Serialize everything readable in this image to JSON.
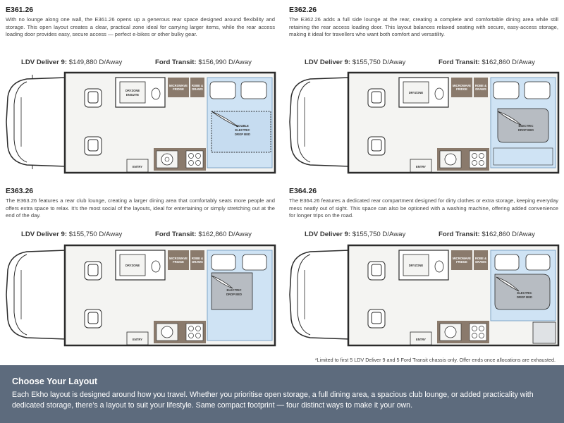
{
  "layouts": [
    {
      "code": "E361.26",
      "description": "With no lounge along one wall, the E361.26 opens up a generous rear space designed around flexibility and storage. This open layout creates a clear, practical zone ideal for carrying larger items, while the rear access loading door provides easy, secure access — perfect e-bikes or other bulky gear.",
      "ldv_label": "LDV Deliver 9:",
      "ldv_price": "$149,880 D/Away",
      "ford_label": "Ford Transit:",
      "ford_price": "$156,990 D/Away",
      "plan_labels": {
        "dryzone": "DRYZONE",
        "ensuite": "ENSUITE",
        "microwave_1": "MICROWAVE",
        "microwave_2": "FRIDGE",
        "robe_1": "ROBE &",
        "robe_2": "DRAWS",
        "bed_1": "DOUBLE",
        "bed_2": "ELECTRIC",
        "bed_3": "DROP BED",
        "entry": "ENTRY"
      }
    },
    {
      "code": "E362.26",
      "description": "The E362.26 adds a full side lounge at the rear, creating a complete and comfortable dining area while still retaining the rear access loading door. This layout balances relaxed seating with secure, easy-access storage, making it ideal for travellers who want both comfort and versatility.",
      "ldv_label": "LDV Deliver 9:",
      "ldv_price": "$155,750 D/Away",
      "ford_label": "Ford Transit:",
      "ford_price": "$162,860 D/Away",
      "plan_labels": {
        "dryzone": "DRYZONE",
        "microwave_1": "MICROWAVE",
        "microwave_2": "FRIDGE",
        "robe_1": "ROBE &",
        "robe_2": "DRAWS",
        "bed_1": "ELECTRIC",
        "bed_2": "DROP BED",
        "entry": "ENTRY"
      }
    },
    {
      "code": "E363.26",
      "description": "The E363.26 features a rear club lounge, creating a larger dining area that comfortably seats more people and offers extra space to relax. It’s the most social of the layouts, ideal for entertaining or simply stretching out at the end of the day.",
      "ldv_label": "LDV Deliver 9:",
      "ldv_price": "$155,750 D/Away",
      "ford_label": "Ford Transit:",
      "ford_price": "$162,860 D/Away",
      "plan_labels": {
        "dryzone": "DRYZONE",
        "microwave_1": "MICROWAVE",
        "microwave_2": "FRIDGE",
        "robe_1": "ROBE &",
        "robe_2": "DRAWS",
        "bed_1": "ELECTRIC",
        "bed_2": "DROP BED",
        "entry": "ENTRY"
      }
    },
    {
      "code": "E364.26",
      "description": "The E364.26 features a dedicated rear compartment designed for dirty clothes or extra storage, keeping everyday mess neatly out of sight. This space can also be optioned with a washing machine, offering added convenience for longer trips on the road.",
      "ldv_label": "LDV Deliver 9:",
      "ldv_price": "$155,750 D/Away",
      "ford_label": "Ford Transit:",
      "ford_price": "$162,860 D/Away",
      "plan_labels": {
        "dryzone": "DRYZONE",
        "microwave_1": "MICROWAVE",
        "microwave_2": "FRIDGE",
        "robe_1": "ROBE &",
        "robe_2": "DRAWS",
        "bed_1": "ELECTRIC",
        "bed_2": "DROP BED",
        "entry": "ENTRY"
      }
    }
  ],
  "footnote": "*Limited to first 5 LDV Deliver 9 and 5 Ford Transit chassis only. Offer ends once allocations are exhausted.",
  "banner": {
    "title": "Choose Your Layout",
    "text": "Each Ekho layout is designed around how you travel. Whether you prioritise open storage, a full dining area, a spacious club lounge, or added practicality with dedicated storage, there’s a layout to suit your lifestyle. Same compact footprint — four distinct ways to make it your own."
  },
  "colors": {
    "banner_bg": "#5d6b7d",
    "bed_fill": "#cfe3f4",
    "bed_stroke": "#7fa6c8",
    "cabinet": "#8a7a6c",
    "floor": "#f4f4f2",
    "wall": "#2b2b2b"
  }
}
